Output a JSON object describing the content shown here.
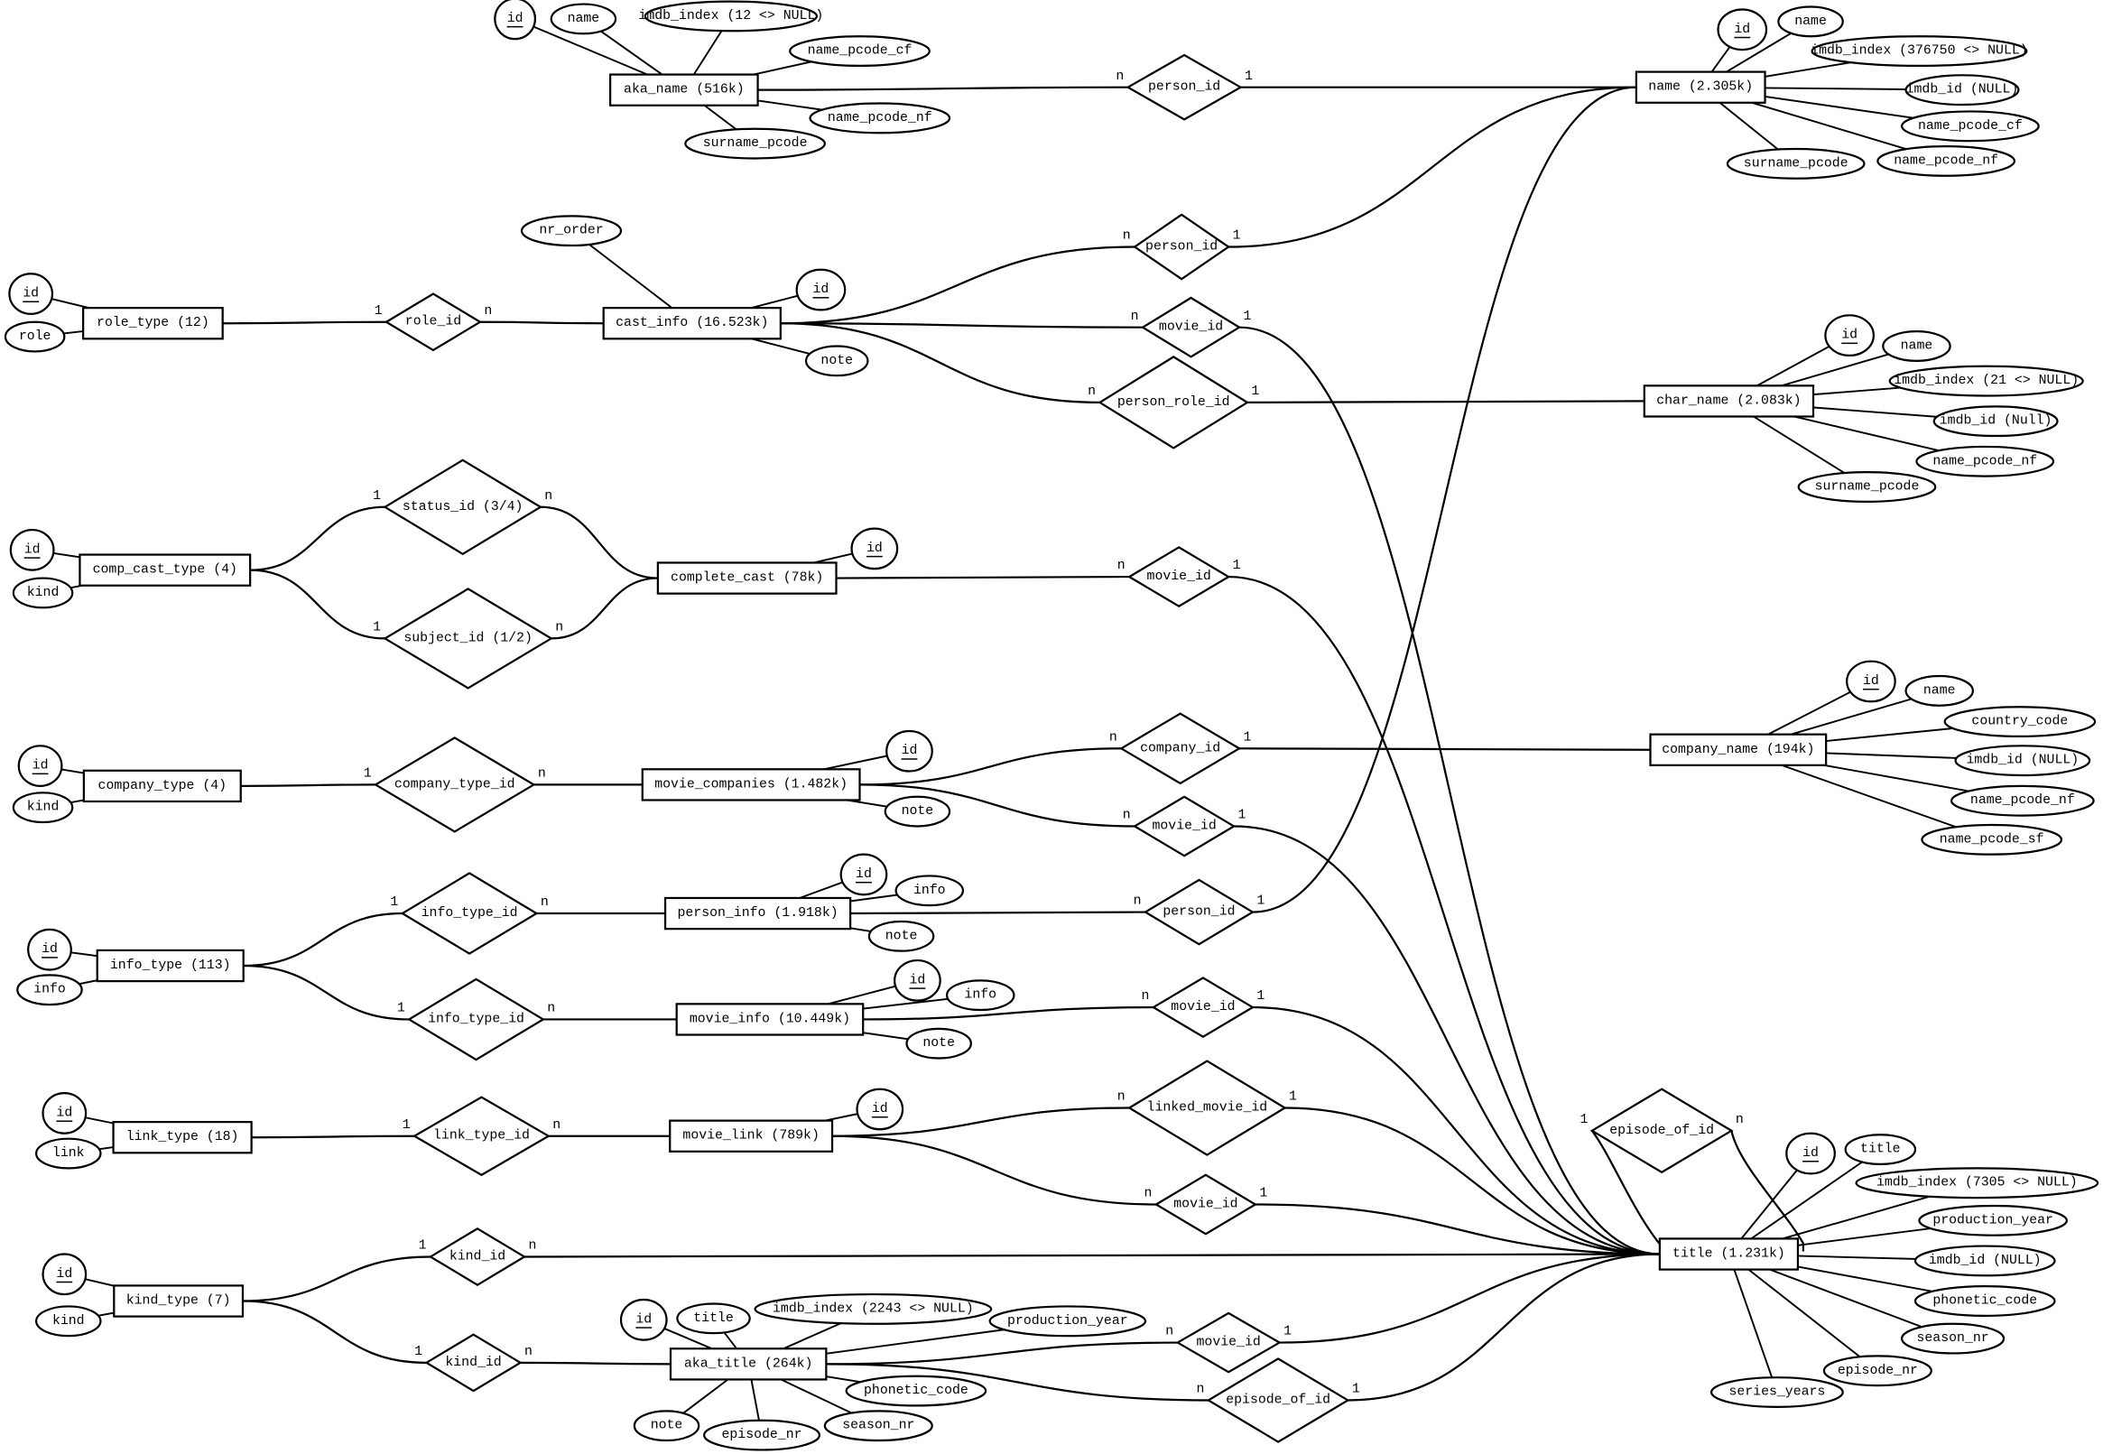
{
  "diagram": {
    "entities": [
      {
        "id": "aka_name",
        "label": "aka_name (516k)",
        "attributes": [
          {
            "label": "id",
            "key": true
          },
          {
            "label": "name"
          },
          {
            "label": "imdb_index (12 <> NULL)"
          },
          {
            "label": "name_pcode_cf"
          },
          {
            "label": "name_pcode_nf"
          },
          {
            "label": "surname_pcode"
          }
        ]
      },
      {
        "id": "name",
        "label": "name (2.305k)",
        "attributes": [
          {
            "label": "id",
            "key": true
          },
          {
            "label": "name"
          },
          {
            "label": "imdb_index (376750 <> NULL)"
          },
          {
            "label": "imdb_id (NULL)"
          },
          {
            "label": "name_pcode_cf"
          },
          {
            "label": "name_pcode_nf"
          },
          {
            "label": "surname_pcode"
          }
        ]
      },
      {
        "id": "role_type",
        "label": "role_type (12)",
        "attributes": [
          {
            "label": "id",
            "key": true
          },
          {
            "label": "role"
          }
        ]
      },
      {
        "id": "cast_info",
        "label": "cast_info (16.523k)",
        "attributes": [
          {
            "label": "nr_order"
          },
          {
            "label": "id",
            "key": true
          },
          {
            "label": "note"
          }
        ]
      },
      {
        "id": "char_name",
        "label": "char_name (2.083k)",
        "attributes": [
          {
            "label": "id",
            "key": true
          },
          {
            "label": "name"
          },
          {
            "label": "imdb_index (21 <> NULL)"
          },
          {
            "label": "imdb_id (Null)"
          },
          {
            "label": "name_pcode_nf"
          },
          {
            "label": "surname_pcode"
          }
        ]
      },
      {
        "id": "comp_cast_type",
        "label": "comp_cast_type (4)",
        "attributes": [
          {
            "label": "id",
            "key": true
          },
          {
            "label": "kind"
          }
        ]
      },
      {
        "id": "complete_cast",
        "label": "complete_cast (78k)",
        "attributes": [
          {
            "label": "id",
            "key": true
          }
        ]
      },
      {
        "id": "company_type",
        "label": "company_type (4)",
        "attributes": [
          {
            "label": "id",
            "key": true
          },
          {
            "label": "kind"
          }
        ]
      },
      {
        "id": "movie_companies",
        "label": "movie_companies (1.482k)",
        "attributes": [
          {
            "label": "id",
            "key": true
          },
          {
            "label": "note"
          }
        ]
      },
      {
        "id": "company_name",
        "label": "company_name (194k)",
        "attributes": [
          {
            "label": "id",
            "key": true
          },
          {
            "label": "name"
          },
          {
            "label": "country_code"
          },
          {
            "label": "imdb_id (NULL)"
          },
          {
            "label": "name_pcode_nf"
          },
          {
            "label": "name_pcode_sf"
          }
        ]
      },
      {
        "id": "info_type",
        "label": "info_type (113)",
        "attributes": [
          {
            "label": "id",
            "key": true
          },
          {
            "label": "info"
          }
        ]
      },
      {
        "id": "person_info",
        "label": "person_info (1.918k)",
        "attributes": [
          {
            "label": "id",
            "key": true
          },
          {
            "label": "info"
          },
          {
            "label": "note"
          }
        ]
      },
      {
        "id": "movie_info",
        "label": "movie_info (10.449k)",
        "attributes": [
          {
            "label": "id",
            "key": true
          },
          {
            "label": "info"
          },
          {
            "label": "note"
          }
        ]
      },
      {
        "id": "link_type",
        "label": "link_type (18)",
        "attributes": [
          {
            "label": "id",
            "key": true
          },
          {
            "label": "link"
          }
        ]
      },
      {
        "id": "movie_link",
        "label": "movie_link (789k)",
        "attributes": [
          {
            "label": "id",
            "key": true
          }
        ]
      },
      {
        "id": "kind_type",
        "label": "kind_type (7)",
        "attributes": [
          {
            "label": "id",
            "key": true
          },
          {
            "label": "kind"
          }
        ]
      },
      {
        "id": "aka_title",
        "label": "aka_title (264k)",
        "attributes": [
          {
            "label": "id",
            "key": true
          },
          {
            "label": "title"
          },
          {
            "label": "imdb_index (2243 <> NULL)"
          },
          {
            "label": "production_year"
          },
          {
            "label": "phonetic_code"
          },
          {
            "label": "season_nr"
          },
          {
            "label": "note"
          },
          {
            "label": "episode_nr"
          }
        ]
      },
      {
        "id": "title",
        "label": "title (1.231k)",
        "attributes": [
          {
            "label": "id",
            "key": true
          },
          {
            "label": "title"
          },
          {
            "label": "imdb_index (7305 <> NULL)"
          },
          {
            "label": "production_year"
          },
          {
            "label": "imdb_id (NULL)"
          },
          {
            "label": "phonetic_code"
          },
          {
            "label": "season_nr"
          },
          {
            "label": "episode_nr"
          },
          {
            "label": "series_years"
          }
        ]
      }
    ],
    "relationships": [
      {
        "label": "person_id",
        "left": "aka_name",
        "right": "name",
        "card_left": "n",
        "card_right": "1"
      },
      {
        "label": "person_id",
        "left": "cast_info",
        "right": "name",
        "card_left": "n",
        "card_right": "1"
      },
      {
        "label": "movie_id",
        "left": "cast_info",
        "right": "title",
        "card_left": "n",
        "card_right": "1"
      },
      {
        "label": "person_role_id",
        "left": "cast_info",
        "right": "char_name",
        "card_left": "n",
        "card_right": "1"
      },
      {
        "label": "role_id",
        "left": "role_type",
        "right": "cast_info",
        "card_left": "1",
        "card_right": "n"
      },
      {
        "label": "status_id (3/4)",
        "left": "comp_cast_type",
        "right": "complete_cast",
        "card_left": "1",
        "card_right": "n"
      },
      {
        "label": "subject_id (1/2)",
        "left": "comp_cast_type",
        "right": "complete_cast",
        "card_left": "1",
        "card_right": "n"
      },
      {
        "label": "movie_id",
        "left": "complete_cast",
        "right": "title",
        "card_left": "n",
        "card_right": "1"
      },
      {
        "label": "company_type_id",
        "left": "company_type",
        "right": "movie_companies",
        "card_left": "1",
        "card_right": "n"
      },
      {
        "label": "company_id",
        "left": "movie_companies",
        "right": "company_name",
        "card_left": "n",
        "card_right": "1"
      },
      {
        "label": "movie_id",
        "left": "movie_companies",
        "right": "title",
        "card_left": "n",
        "card_right": "1"
      },
      {
        "label": "info_type_id",
        "left": "info_type",
        "right": "person_info",
        "card_left": "1",
        "card_right": "n"
      },
      {
        "label": "info_type_id",
        "left": "info_type",
        "right": "movie_info",
        "card_left": "1",
        "card_right": "n"
      },
      {
        "label": "person_id",
        "left": "person_info",
        "right": "name",
        "card_left": "n",
        "card_right": "1"
      },
      {
        "label": "movie_id",
        "left": "movie_info",
        "right": "title",
        "card_left": "n",
        "card_right": "1"
      },
      {
        "label": "link_type_id",
        "left": "link_type",
        "right": "movie_link",
        "card_left": "1",
        "card_right": "n"
      },
      {
        "label": "linked_movie_id",
        "left": "movie_link",
        "right": "title",
        "card_left": "n",
        "card_right": "1"
      },
      {
        "label": "movie_id",
        "left": "movie_link",
        "right": "title",
        "card_left": "n",
        "card_right": "1"
      },
      {
        "label": "kind_id",
        "left": "kind_type",
        "right": "title",
        "card_left": "1",
        "card_right": "n"
      },
      {
        "label": "kind_id",
        "left": "kind_type",
        "right": "aka_title",
        "card_left": "1",
        "card_right": "n"
      },
      {
        "label": "movie_id",
        "left": "aka_title",
        "right": "title",
        "card_left": "n",
        "card_right": "1"
      },
      {
        "label": "episode_of_id",
        "left": "aka_title",
        "right": "title",
        "card_left": "n",
        "card_right": "1"
      },
      {
        "label": "episode_of_id",
        "left": "title",
        "right": "title",
        "card_left": "1",
        "card_right": "n",
        "self": true
      }
    ]
  }
}
